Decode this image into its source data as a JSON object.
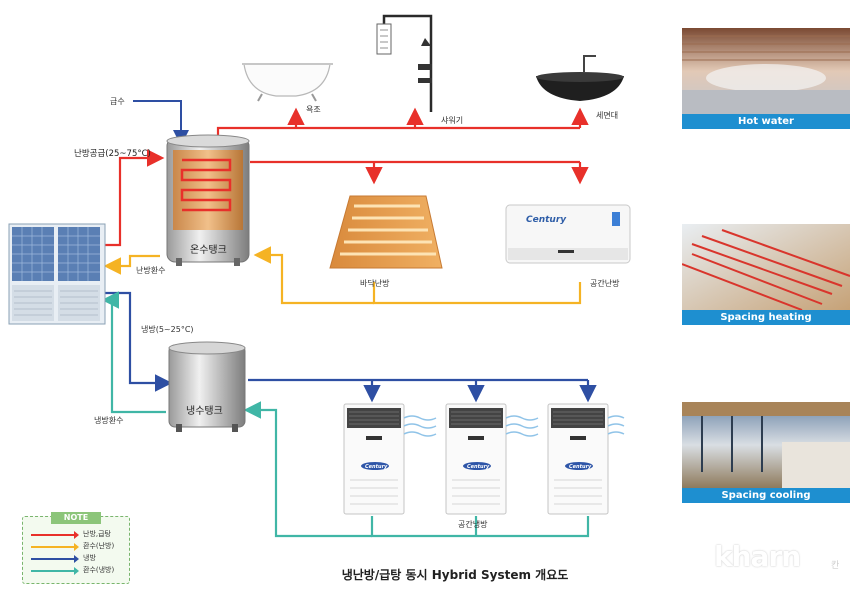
{
  "title": "냉난방/급탕 동시 Hybrid System 개요도",
  "labels": {
    "supply_water": "급수",
    "heating_supply": "난방공급(25~75°C)",
    "heating_return": "난방환수",
    "cooling": "냉방(5~25°C)",
    "cooling_return": "냉방환수",
    "hot_tank": "온수탱크",
    "cold_tank": "냉수탱크",
    "bath": "욕조",
    "shower": "샤워기",
    "sink": "세면대",
    "floor_heating": "바닥난방",
    "space_heating": "공간난방",
    "space_cooling": "공간냉방",
    "brand": "Century"
  },
  "photos": [
    {
      "caption": "Hot water"
    },
    {
      "caption": "Spacing heating"
    },
    {
      "caption": "Spacing cooling"
    }
  ],
  "note": {
    "heading": "NOTE",
    "items": [
      {
        "label": "난방,급탕",
        "color": "#e8302a"
      },
      {
        "label": "환수(난방)",
        "color": "#f5b324"
      },
      {
        "label": "냉방",
        "color": "#2e4fa3"
      },
      {
        "label": "환수(냉방)",
        "color": "#40b6a6"
      }
    ]
  },
  "watermark": {
    "text": "kharn",
    "sub": "칸"
  },
  "colors": {
    "hot": "#e8302a",
    "heat_return": "#f5b324",
    "cold": "#2e4fa3",
    "cold_return": "#40b6a6",
    "caption_bg": "#1e8fd0"
  }
}
